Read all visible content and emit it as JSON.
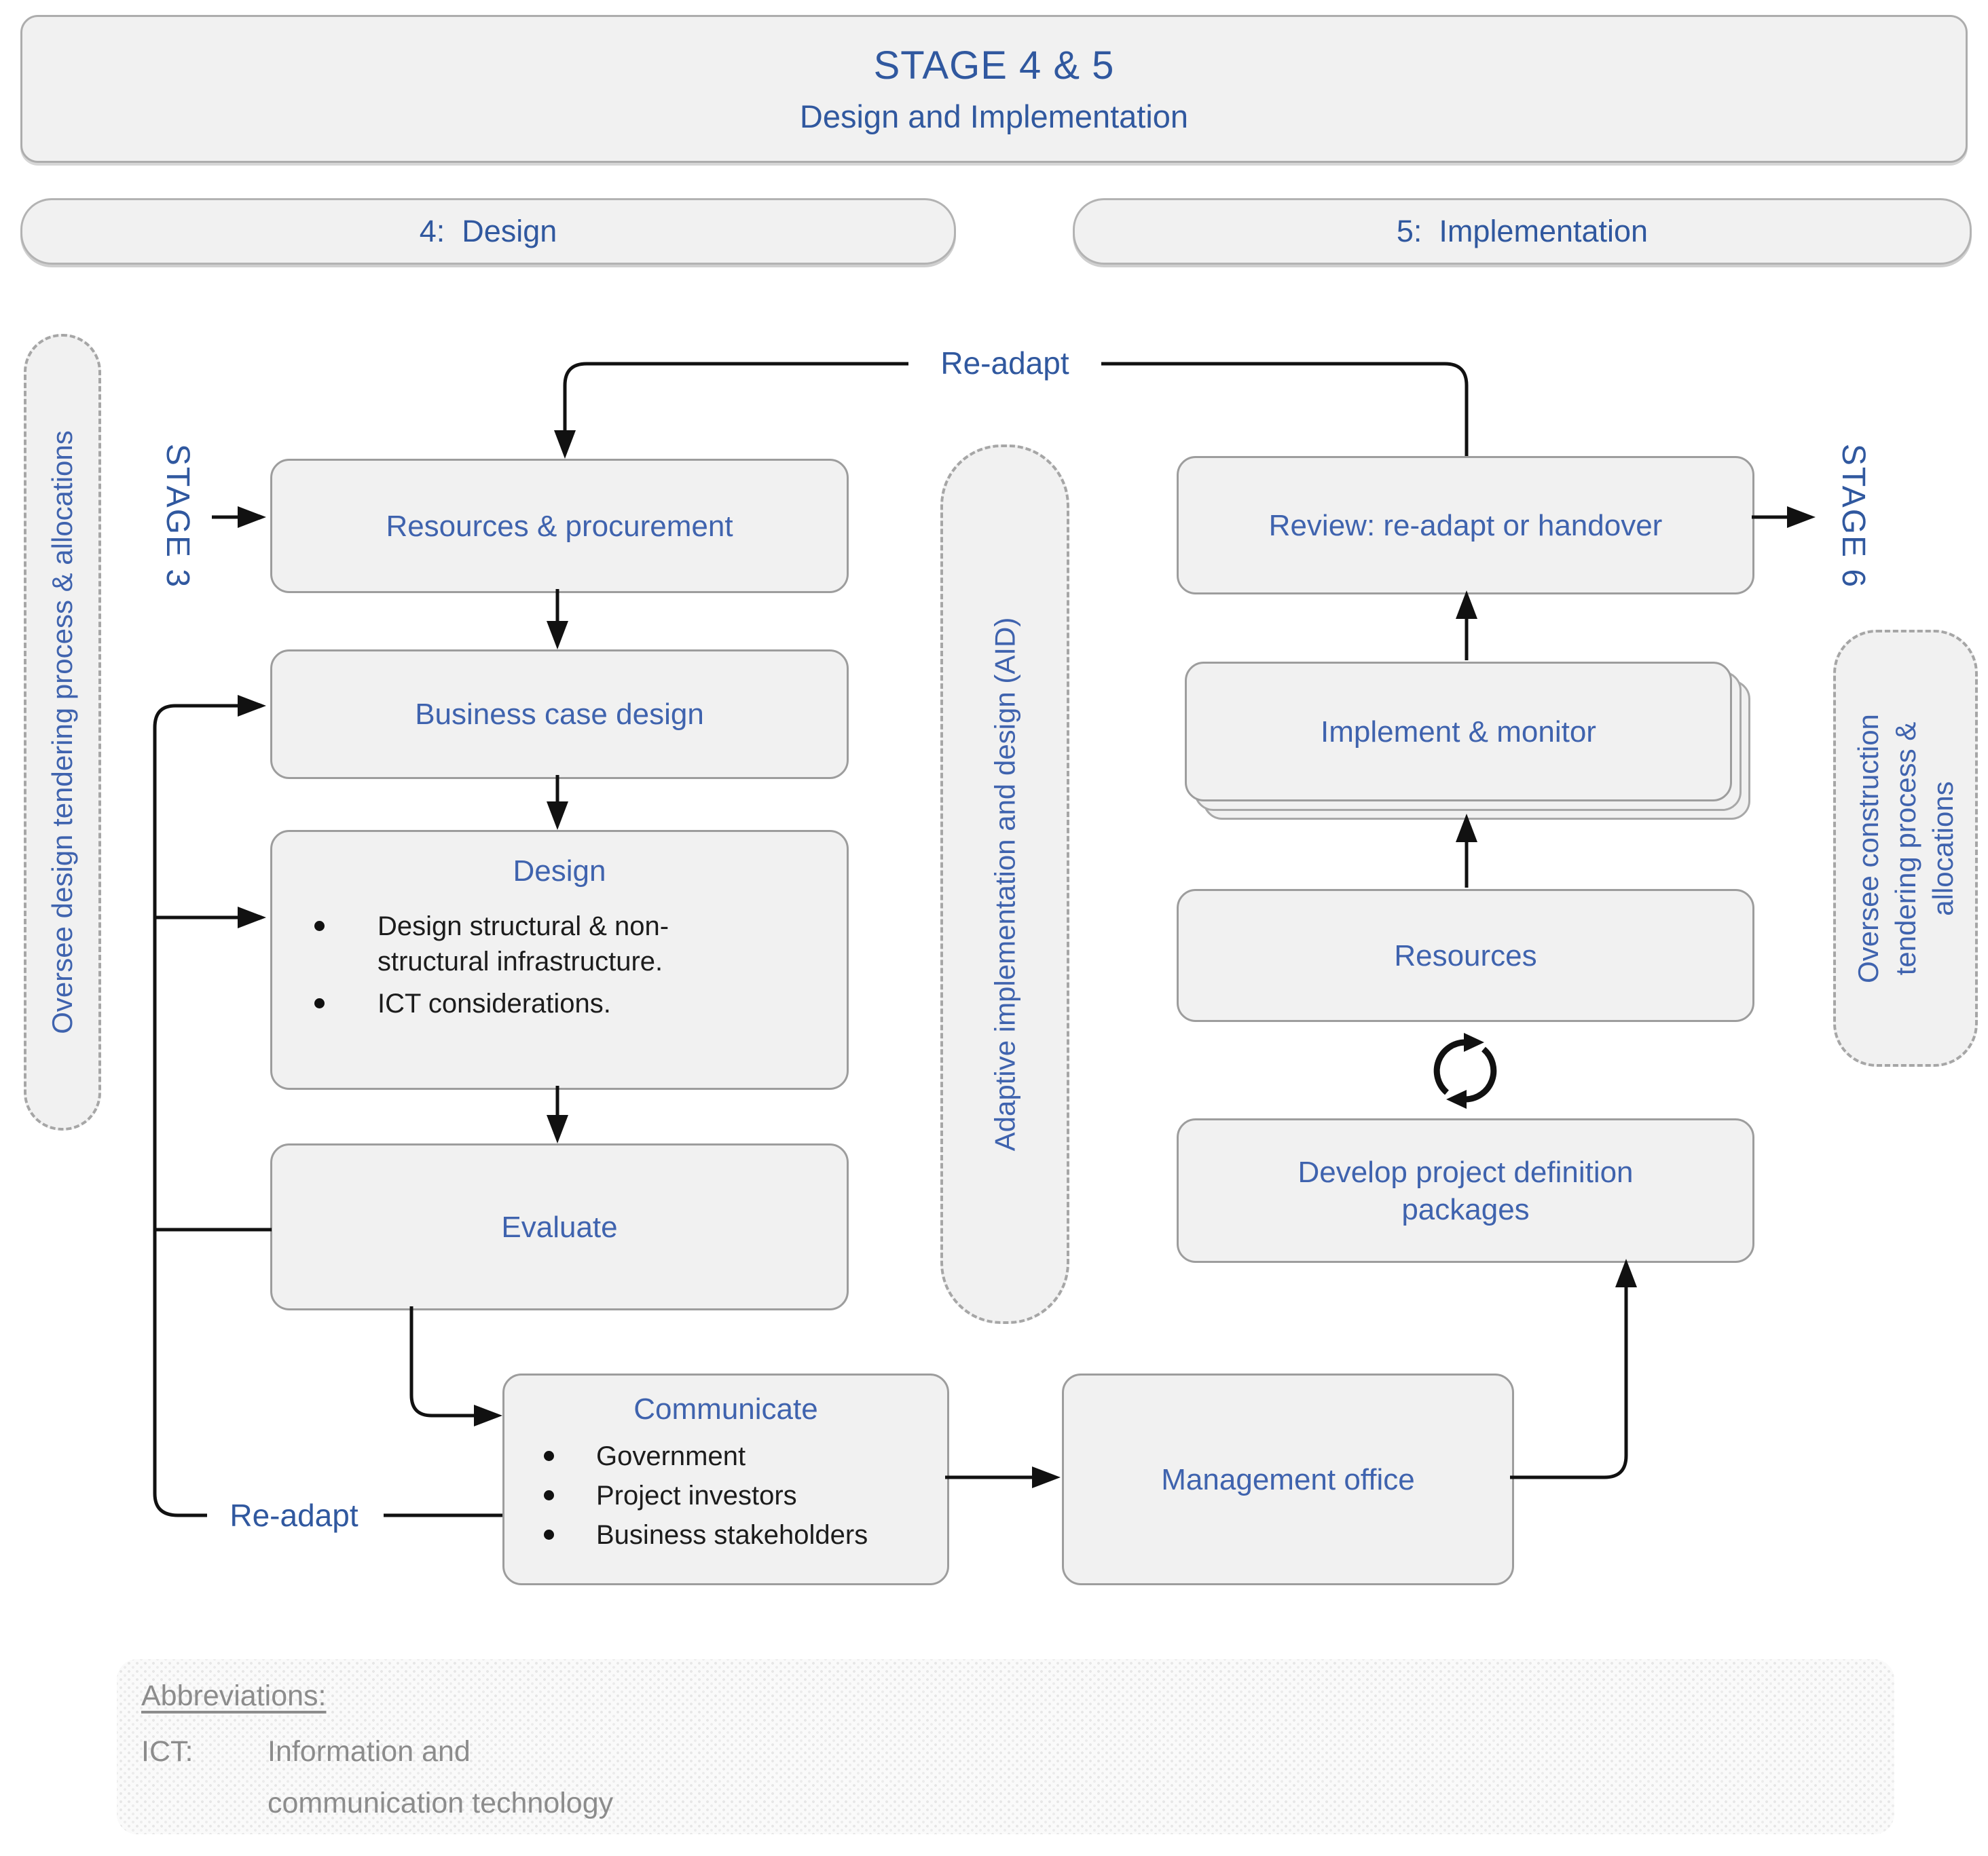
{
  "banner": {
    "title": "STAGE 4 & 5",
    "subtitle": "Design and Implementation"
  },
  "headers": {
    "design": "4:  Design",
    "implementation": "5:  Implementation"
  },
  "stage_labels": {
    "stage3": "STAGE 3",
    "stage6": "STAGE 6"
  },
  "readapt": {
    "top": "Re-adapt",
    "bottom": "Re-adapt"
  },
  "side_notes": {
    "left": "Oversee design tendering process & allocations",
    "middle": "Adaptive implementation and design (AID)",
    "right_lines": [
      "Oversee construction",
      "tendering process &",
      "allocations"
    ]
  },
  "boxes": {
    "resources_procurement": {
      "label": "Resources & procurement"
    },
    "business_case": {
      "label": "Business case design"
    },
    "design": {
      "label": "Design",
      "bullets": [
        "Design structural & non-structural infrastructure.",
        "ICT considerations."
      ]
    },
    "evaluate": {
      "label": "Evaluate"
    },
    "communicate": {
      "label": "Communicate",
      "bullets": [
        "Government",
        "Project investors",
        "Business stakeholders"
      ]
    },
    "management": {
      "label": "Management office"
    },
    "review": {
      "label": "Review: re-adapt or handover"
    },
    "implement": {
      "label": "Implement & monitor"
    },
    "resources": {
      "label": "Resources"
    },
    "develop": {
      "label": "Develop project definition packages"
    }
  },
  "abbreviations": {
    "heading": "Abbreviations:",
    "term": "ICT:",
    "lines": [
      "Information and",
      "communication technology"
    ]
  },
  "icons": {
    "cycle": "cycle-arrows-icon"
  },
  "colors": {
    "accent_blue": "#3f63ae",
    "banner_blue": "#30589f",
    "box_fill": "#f1f1f1",
    "box_border": "#9d9d9d",
    "arrow_black": "#111111",
    "gray_text": "#8c8c8c"
  }
}
